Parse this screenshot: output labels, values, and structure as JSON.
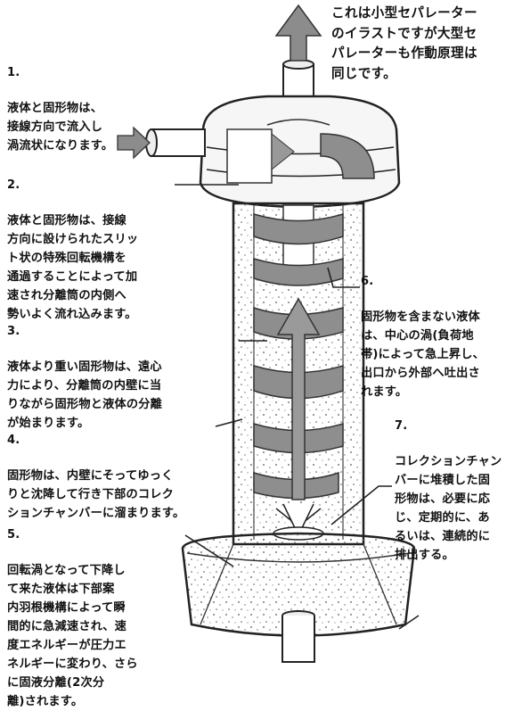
{
  "intro": "これは小型セパレーター\nのイラストですが大型セ\nパレーターも作動原理は\n同じです。",
  "steps": [
    {
      "number": "1.",
      "text": "液体と固形物は、\n接線方向で流入し\n渦流状になります。"
    },
    {
      "number": "2.",
      "text": "液体と固形物は、接線\n方向に設けられたスリッ\nト状の特殊回転機構を\n通過することによって加\n速され分離筒の内側へ\n勢いよく流れ込みます。"
    },
    {
      "number": "3.",
      "text": "液体より重い固形物は、遠心\n力により、分離筒の内壁に当\nりながら固形物と液体の分離\nが始まります。"
    },
    {
      "number": "4.",
      "text": "固形物は、内壁にそってゆっく\nりと沈降して行き下部のコレク\nションチャンバーに溜まります。"
    },
    {
      "number": "5.",
      "text": "回転渦となって下降し\nて来た液体は下部案\n内羽根機構によって瞬\n間的に急減速され、速\n度エネルギーが圧力エ\nネルギーに変わり、さら\nに固液分離(2次分\n離)されます。"
    },
    {
      "number": "6.",
      "text": "固形物を含まない液体\nは、中心の渦(負荷地\n帯)によって急上昇し、\n出口から外部へ吐出さ\nれます。"
    },
    {
      "number": "7.",
      "text": "コレクションチャン\nバーに堆積した固\n形物は、必要に応\nじ、定期的に、あ\nるいは、連続的に\n排出する。"
    }
  ]
}
